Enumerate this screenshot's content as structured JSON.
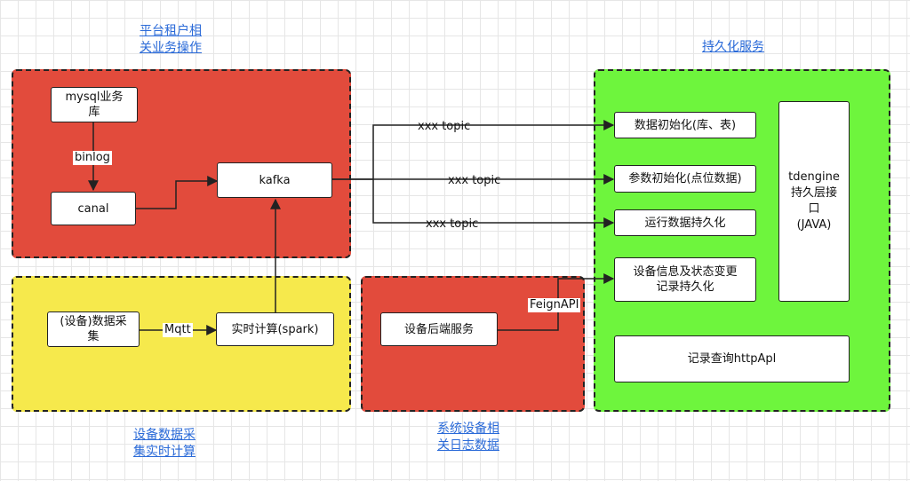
{
  "regions": {
    "platform": "平台租户相\n关业务操作",
    "device_collect": "设备数据采\n集实时计算",
    "system_log": "系统设备相\n关日志数据",
    "persistence": "持久化服务"
  },
  "nodes": {
    "mysql": "mysql业务\n库",
    "canal": "canal",
    "kafka": "kafka",
    "collector": "(设备)数据采\n集",
    "spark": "实时计算(spark)",
    "backend": "设备后端服务",
    "init_db": "数据初始化(库、表)",
    "init_params": "参数初始化(点位数据)",
    "run_data": "运行数据持久化",
    "device_status": "设备信息及状态变更\n记录持久化",
    "query_api": "记录查询httpApl",
    "tdengine": "tdengine\n持久层接\n口\n(JAVA)"
  },
  "edges": {
    "binlog": "binlog",
    "mqtt": "Mqtt",
    "feign": "FeignAPI",
    "topic1": "xxx topic",
    "topic2": "xxx topic",
    "topic3": "xxx topic"
  },
  "colors": {
    "red_region": "#e24b3c",
    "yellow_region": "#f6e94c",
    "green_region": "#6ef53d",
    "region_label": "#2a6ad8"
  }
}
